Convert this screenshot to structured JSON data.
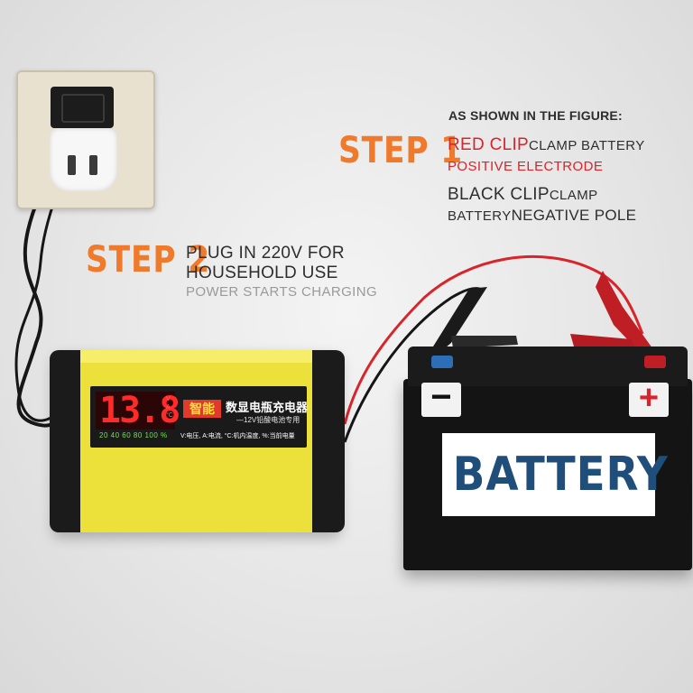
{
  "header_note": "AS SHOWN IN THE FIGURE:",
  "step1": {
    "label": "STEP 1",
    "red_clip": "RED CLIP",
    "red_clip_rest": "CLAMP BATTERY",
    "red_clip_line2": "POSITIVE ELECTRODE",
    "black_clip": "BLACK CLIP",
    "black_clip_rest": "CLAMP",
    "black_line2_a": "BATTERY",
    "black_line2_b": "NEGATIVE POLE"
  },
  "step2": {
    "label": "STEP 2",
    "line1": "PLUG IN 220V FOR",
    "line2": "HOUSEHOLD USE",
    "line3": "POWER STARTS CHARGING"
  },
  "charger": {
    "display_value": "13.8",
    "badge": "智能",
    "panel_title": "数显电瓶充电器",
    "panel_subtitle": "—12V铅酸电池专用",
    "scale": "20  40  60  80  100 %",
    "legend": "V:电压, A:电流, °C:机内温度, %:当前电量"
  },
  "battery": {
    "label": "BATTERY",
    "neg_symbol": "−",
    "pos_symbol": "+"
  },
  "colors": {
    "step_orange": "#f07a2b",
    "clip_red": "#d8242b",
    "charger_yellow": "#ece13a",
    "battery_blue": "#1f4e7a"
  }
}
